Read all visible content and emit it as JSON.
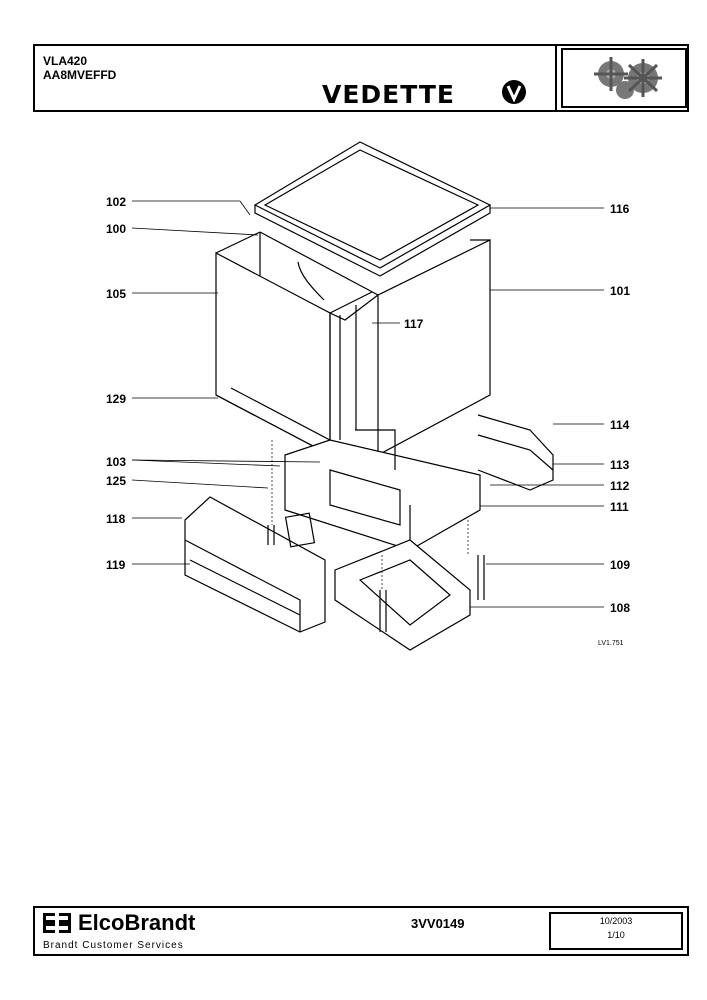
{
  "header": {
    "model": "VLA420",
    "reference": "AA8MVEFFD",
    "brand": "VEDETTE"
  },
  "labels": {
    "l102": "102",
    "l100": "100",
    "l105": "105",
    "l129": "129",
    "l103": "103",
    "l125": "125",
    "l118": "118",
    "l119": "119",
    "l116": "116",
    "l101": "101",
    "l117": "117",
    "l114": "114",
    "l113": "113",
    "l112": "112",
    "l111": "111",
    "l109": "109",
    "l108": "108"
  },
  "drawing_ref": "LV1.751",
  "footer": {
    "company": "ElcoBrandt",
    "service": "Brandt Customer Services",
    "doc_code": "3VV0149",
    "date": "10/2003",
    "page": "1/10"
  }
}
